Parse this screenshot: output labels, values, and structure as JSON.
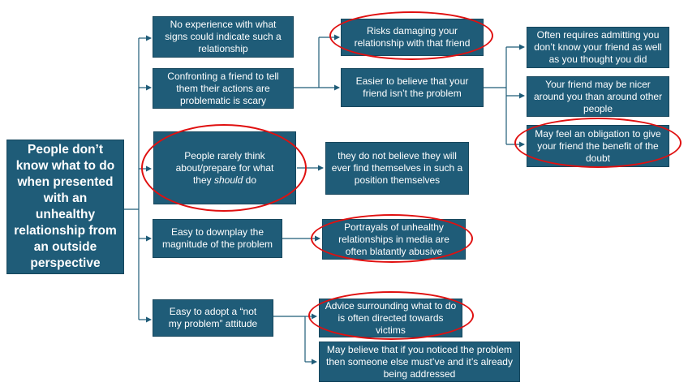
{
  "root": {
    "text": "People don’t know what to do when presented with an unhealthy relationship from an outside perspective"
  },
  "level1": {
    "no_experience": "No experience with what signs could indicate such a relationship",
    "confronting": "Confronting a friend to tell them their actions are problematic is scary",
    "rarely_think_before": "People rarely think about/prepare for what they ",
    "rarely_think_italic": "should",
    "rarely_think_after": " do",
    "downplay": "Easy to downplay the magnitude of the problem",
    "not_my_problem": "Easy to adopt a “not my problem” attitude"
  },
  "level2": {
    "risks": "Risks damaging your relationship with that friend",
    "easier": "Easier to believe that your friend isn’t the problem",
    "not_believe": "they do not believe they will ever find themselves in such a position themselves",
    "portrayals": "Portrayals of unhealthy relationships in media are often blatantly abusive",
    "advice": "Advice surrounding what to do is often directed towards victims",
    "may_believe": "May believe that if you noticed the problem then someone else must’ve and it’s already being addressed"
  },
  "level3": {
    "admitting": "Often requires admitting you don’t know your friend as well as you thought you did",
    "nicer": "Your friend may be nicer around you than around other people",
    "obligation": "May feel an obligation to give your friend the benefit of the doubt"
  },
  "colors": {
    "box_fill": "#1f5c78",
    "connector": "#1f5c78",
    "highlight": "#e01010"
  }
}
